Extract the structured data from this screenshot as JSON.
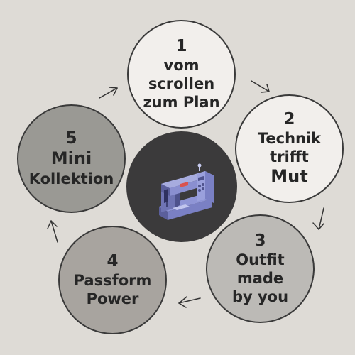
{
  "steps": [
    {
      "number": "1",
      "lines": [
        "vom",
        "scrollen",
        "zum Plan"
      ],
      "fill": "#f2efec"
    },
    {
      "number": "2",
      "lines": [
        "Technik",
        "trifft",
        "Mut"
      ],
      "fill": "#f2efec"
    },
    {
      "number": "3",
      "lines": [
        "Outfit",
        "made",
        "by you"
      ],
      "fill": "#bcbab6"
    },
    {
      "number": "4",
      "lines": [
        "Passform",
        "Power"
      ],
      "fill": "#a8a49f"
    },
    {
      "number": "5",
      "lines": [
        "Mini",
        "Kollektion"
      ],
      "fill": "#9a9994"
    }
  ],
  "center": {
    "icon": "sewing-machine-icon",
    "background": "#3b3a3b"
  },
  "colors": {
    "page_background": "#dedbd6",
    "outline": "#3a3a3a",
    "text": "#262626"
  }
}
